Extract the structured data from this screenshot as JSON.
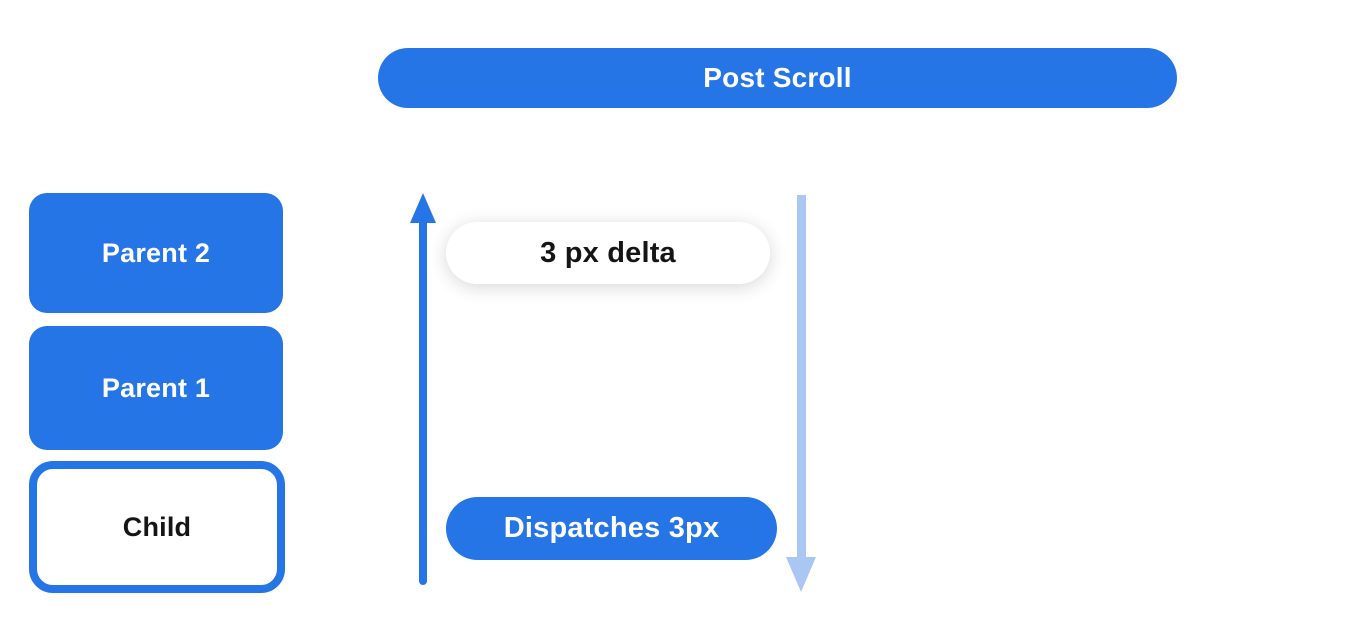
{
  "header": {
    "label": "Post Scroll"
  },
  "nodes": {
    "parent2": "Parent 2",
    "parent1": "Parent 1",
    "child": "Child"
  },
  "annotations": {
    "delta": "3 px delta",
    "dispatch": "Dispatches 3px"
  },
  "icons": {
    "up_arrow": "up-arrow-icon",
    "down_arrow": "down-arrow-icon"
  },
  "colors": {
    "primary_blue": "#2575e7",
    "light_blue": "#a9c7f2",
    "pill_white": "#ffffff",
    "text_white": "#ffffff",
    "text_black": "#151515"
  }
}
